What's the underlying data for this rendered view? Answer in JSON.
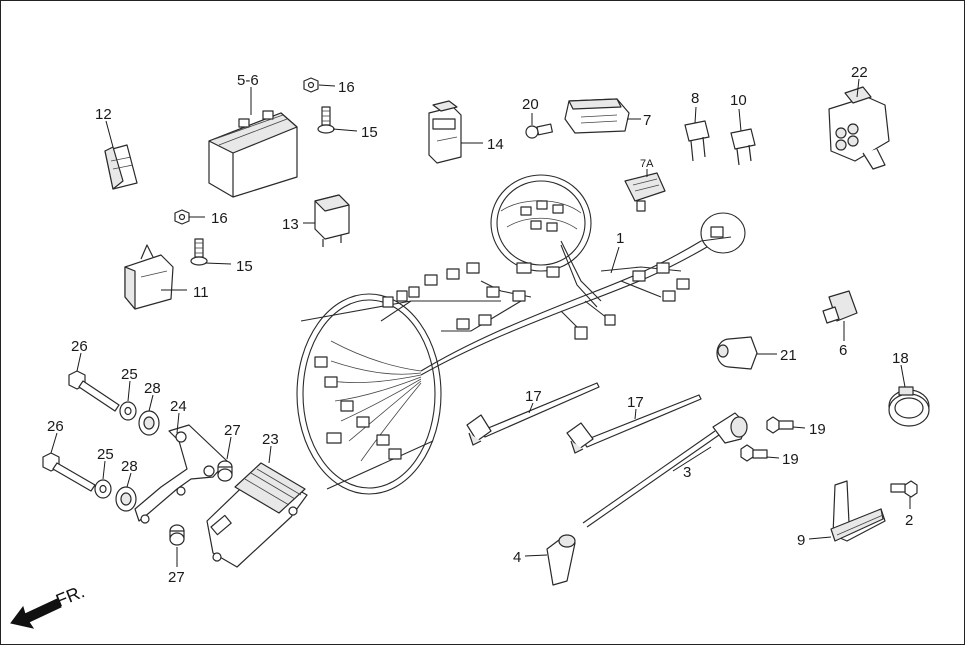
{
  "callouts": [
    {
      "id": "12",
      "text": "12"
    },
    {
      "id": "5-6",
      "text": "5-6"
    },
    {
      "id": "16a",
      "text": "16"
    },
    {
      "id": "15a",
      "text": "15"
    },
    {
      "id": "14",
      "text": "14"
    },
    {
      "id": "20",
      "text": "20"
    },
    {
      "id": "7",
      "text": "7"
    },
    {
      "id": "8",
      "text": "8"
    },
    {
      "id": "10",
      "text": "10"
    },
    {
      "id": "22",
      "text": "22"
    },
    {
      "id": "7A",
      "text": "7A"
    },
    {
      "id": "16b",
      "text": "16"
    },
    {
      "id": "13",
      "text": "13"
    },
    {
      "id": "15b",
      "text": "15"
    },
    {
      "id": "1",
      "text": "1"
    },
    {
      "id": "11",
      "text": "11"
    },
    {
      "id": "6",
      "text": "6"
    },
    {
      "id": "21",
      "text": "21"
    },
    {
      "id": "18",
      "text": "18"
    },
    {
      "id": "26a",
      "text": "26"
    },
    {
      "id": "25a",
      "text": "25"
    },
    {
      "id": "28a",
      "text": "28"
    },
    {
      "id": "24",
      "text": "24"
    },
    {
      "id": "17a",
      "text": "17"
    },
    {
      "id": "17b",
      "text": "17"
    },
    {
      "id": "19a",
      "text": "19"
    },
    {
      "id": "27a",
      "text": "27"
    },
    {
      "id": "23",
      "text": "23"
    },
    {
      "id": "26b",
      "text": "26"
    },
    {
      "id": "25b",
      "text": "25"
    },
    {
      "id": "28b",
      "text": "28"
    },
    {
      "id": "19b",
      "text": "19"
    },
    {
      "id": "3",
      "text": "3"
    },
    {
      "id": "2",
      "text": "2"
    },
    {
      "id": "9",
      "text": "9"
    },
    {
      "id": "4",
      "text": "4"
    },
    {
      "id": "27b",
      "text": "27"
    }
  ],
  "front_marker": {
    "text": "FR."
  },
  "colors": {
    "ink": "#1a1a1a",
    "border": "#222222",
    "background": "#ffffff"
  }
}
